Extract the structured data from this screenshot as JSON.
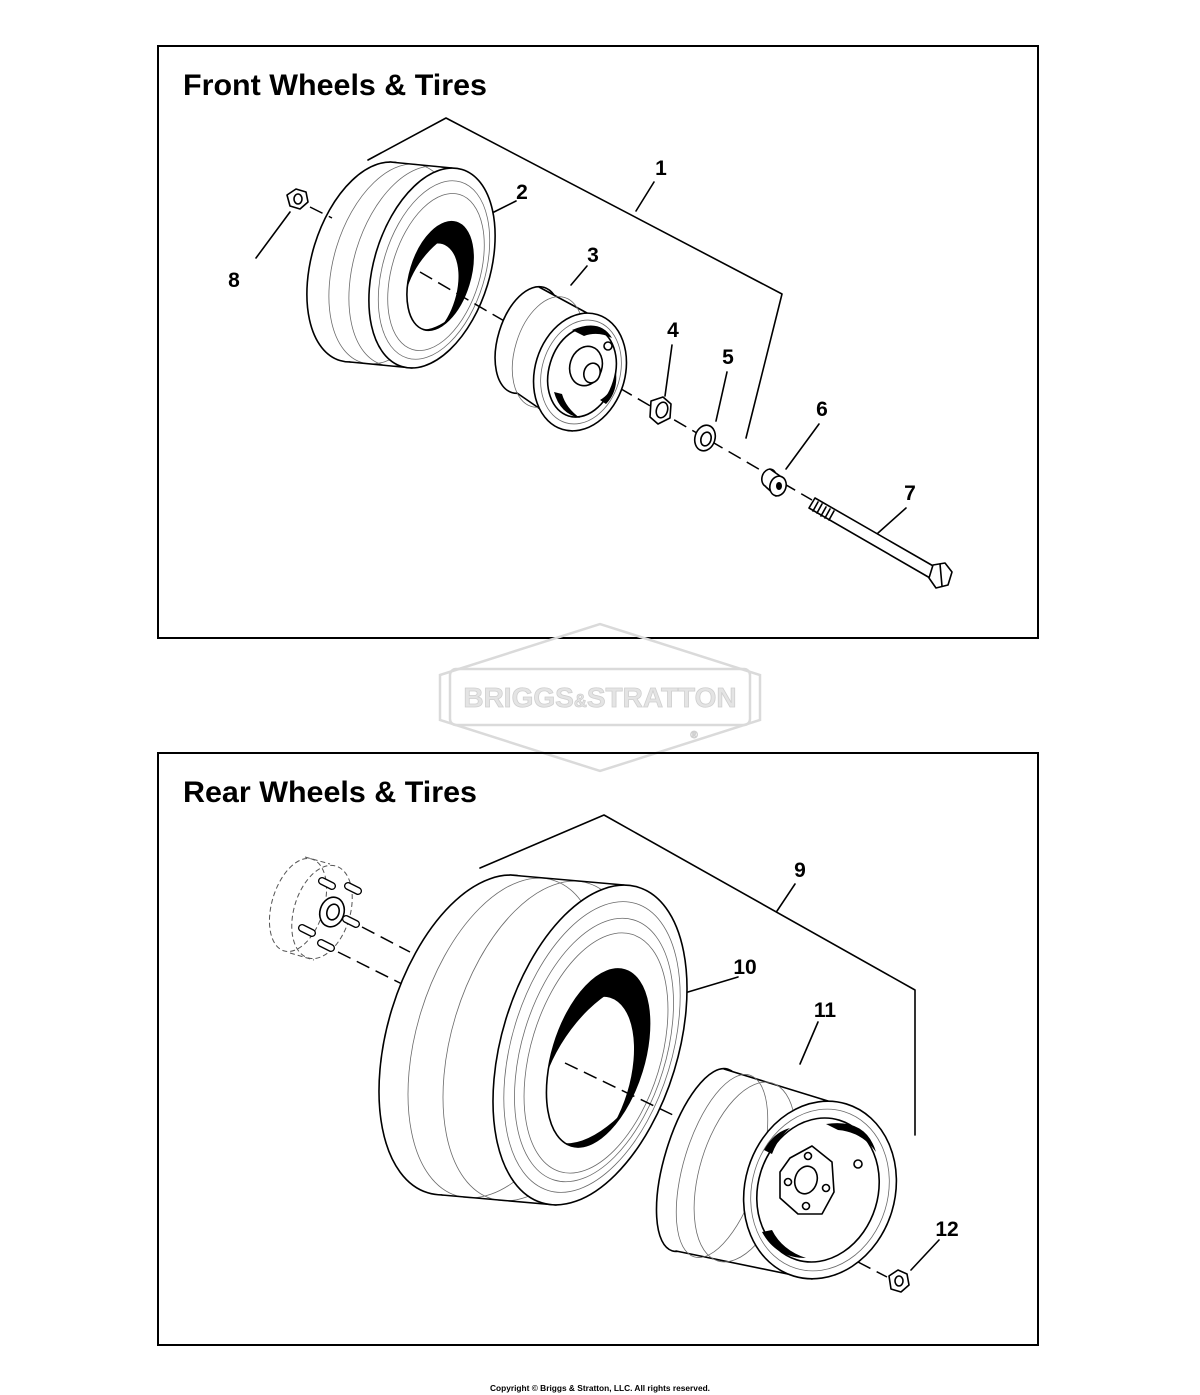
{
  "front": {
    "title": "Front Wheels & Tires",
    "callouts": [
      "1",
      "2",
      "3",
      "4",
      "5",
      "6",
      "7",
      "8"
    ]
  },
  "rear": {
    "title": "Rear Wheels & Tires",
    "callouts": [
      "9",
      "10",
      "11",
      "12"
    ]
  },
  "watermark": {
    "name1": "BRIGGS",
    "amp": "&",
    "name2": "STRATTON",
    "registered": "®"
  },
  "footer": {
    "copyright": "Copyright © Briggs & Stratton, LLC. All rights reserved."
  },
  "colors": {
    "line": "#000000",
    "watermark": "#d9d9d9",
    "background": "#ffffff"
  }
}
